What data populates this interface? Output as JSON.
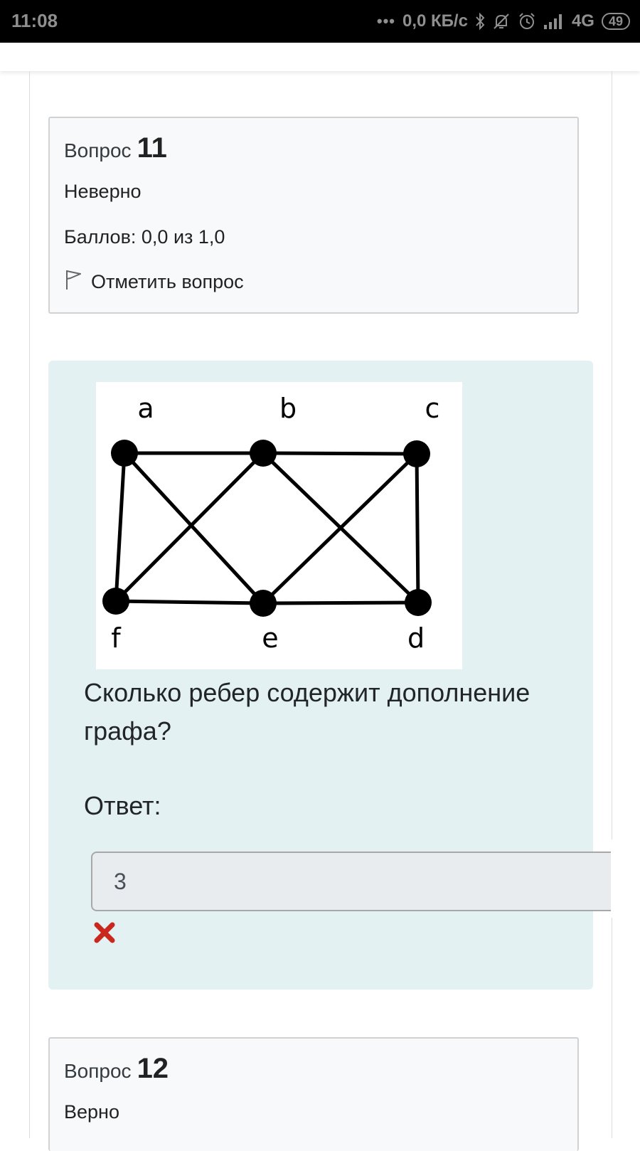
{
  "status_bar": {
    "time": "11:08",
    "dots": "•••",
    "network_speed": "0,0 КБ/с",
    "network_type": "4G",
    "battery": "49",
    "icons": [
      "bluetooth-icon",
      "notifications-off-icon",
      "alarm-icon",
      "signal-icon"
    ]
  },
  "question11": {
    "word": "Вопрос",
    "number": "11",
    "state": "Неверно",
    "grade": "Баллов: 0,0 из 1,0",
    "flag_label": "Отметить вопрос"
  },
  "content": {
    "graph": {
      "node_labels": [
        "a",
        "b",
        "c",
        "f",
        "e",
        "d"
      ]
    },
    "question_text": "Сколько ребер содержит дополнение графа?",
    "answer_label": "Ответ:",
    "answer_value": "3",
    "result_icon": "cross-icon",
    "result_color": "#c8281e"
  },
  "question12": {
    "word": "Вопрос",
    "number": "12",
    "state": "Верно"
  }
}
